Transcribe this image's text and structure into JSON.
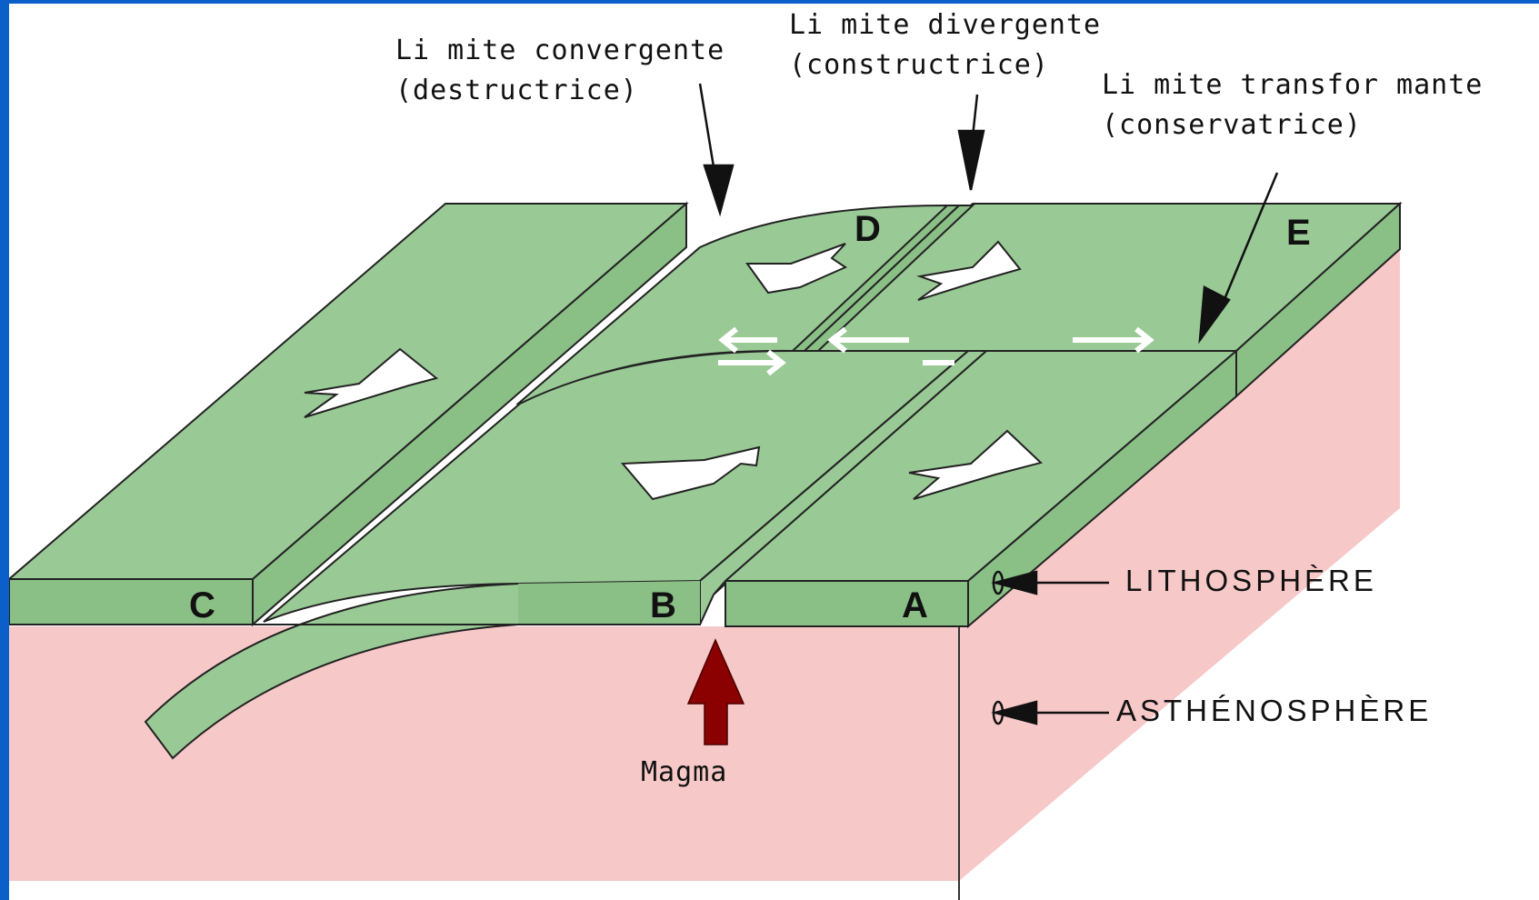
{
  "labels": {
    "convergent_line1": "Li mite convergente",
    "convergent_line2": "(destructrice)",
    "divergent_line1": "Li mite divergente",
    "divergent_line2": "(constructrice)",
    "transform_line1": "Li mite transfor mante",
    "transform_line2": "(conservatrice)",
    "lithosphere": "LITHOSPHÈRE",
    "asthenosphere": "ASTHÉNOSPHÈRE",
    "magma": "Magma"
  },
  "plates": {
    "a": "A",
    "b": "B",
    "c": "C",
    "d": "D",
    "e": "E"
  },
  "colors": {
    "frame_border": "#0a5fc8",
    "plate_green": "#99c995",
    "plate_side_green": "#8abf86",
    "asthenosphere_pink": "#f7c8c8",
    "magma_arrow": "#8b0000",
    "arrow_fill": "#ffffff"
  }
}
